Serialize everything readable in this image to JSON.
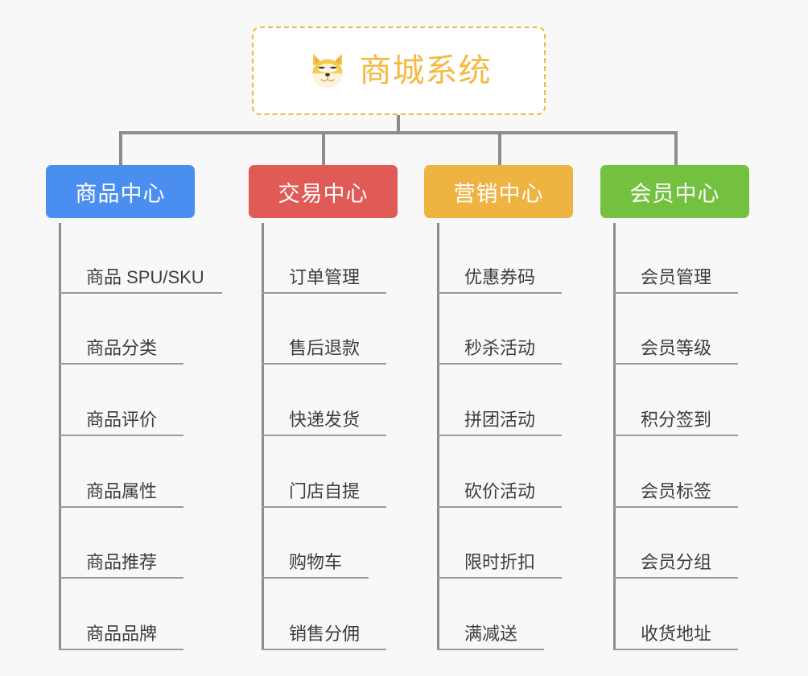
{
  "background_color": "#f8f8f8",
  "connector_color": "#8c8c8c",
  "root": {
    "title": "商城系统",
    "icon": "shiba-dog-face-emoji",
    "title_color": "#f4b942",
    "border_color": "#eab944",
    "background_color": "#ffffff"
  },
  "columns": [
    {
      "label": "商品中心",
      "color": "#4a8ef0",
      "items": [
        "商品 SPU/SKU",
        "商品分类",
        "商品评价",
        "商品属性",
        "商品推荐",
        "商品品牌"
      ]
    },
    {
      "label": "交易中心",
      "color": "#e05a56",
      "items": [
        "订单管理",
        "售后退款",
        "快递发货",
        "门店自提",
        "购物车",
        "销售分佣"
      ]
    },
    {
      "label": "营销中心",
      "color": "#eeb340",
      "items": [
        "优惠券码",
        "秒杀活动",
        "拼团活动",
        "砍价活动",
        "限时折扣",
        "满减送"
      ]
    },
    {
      "label": "会员中心",
      "color": "#73c13f",
      "items": [
        "会员管理",
        "会员等级",
        "积分签到",
        "会员标签",
        "会员分组",
        "收货地址"
      ]
    }
  ]
}
